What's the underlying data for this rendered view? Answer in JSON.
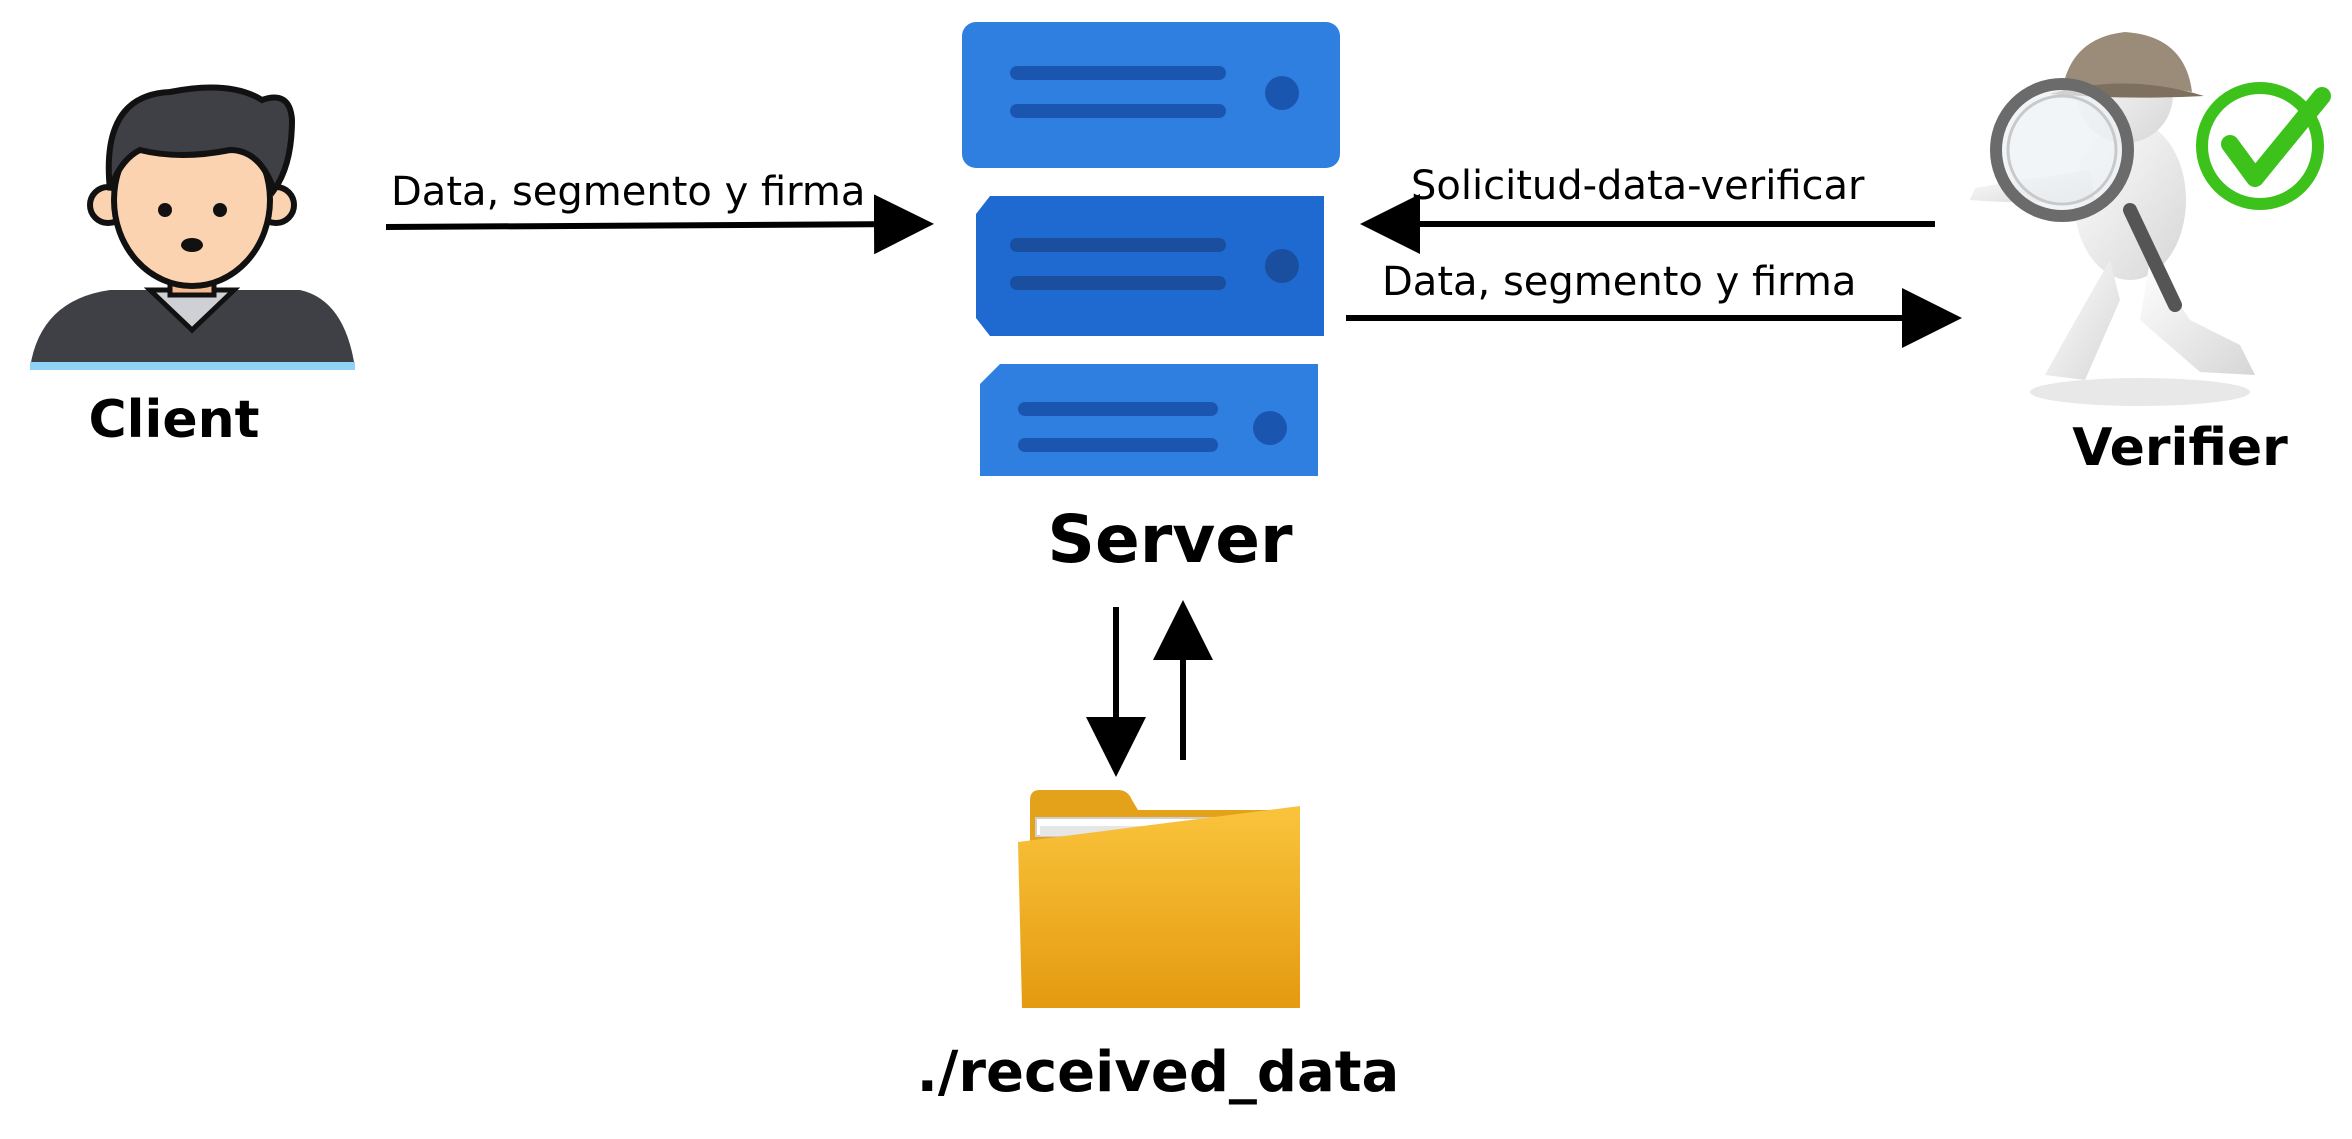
{
  "nodes": {
    "client": "Client",
    "server": "Server",
    "verifier": "Verifier",
    "storage": "./received_data"
  },
  "edges": {
    "client_to_server": "Data, segmento y firma",
    "verifier_to_server": "Solicitud-data-verificar",
    "server_to_verifier": "Data, segmento y firma"
  },
  "colors": {
    "server_blue": "#2f7fe0",
    "server_line": "#1a56b0",
    "folder_yellow": "#f5b52a",
    "folder_dark": "#e09a12",
    "check_green": "#3cc21a",
    "client_skin": "#fcd3b1",
    "client_hair": "#3f3f46"
  },
  "icons": {
    "client": "person-avatar-icon",
    "server": "server-rack-icon",
    "verifier": "detective-magnifier-icon",
    "check": "green-checkmark-icon",
    "folder": "folder-icon"
  }
}
